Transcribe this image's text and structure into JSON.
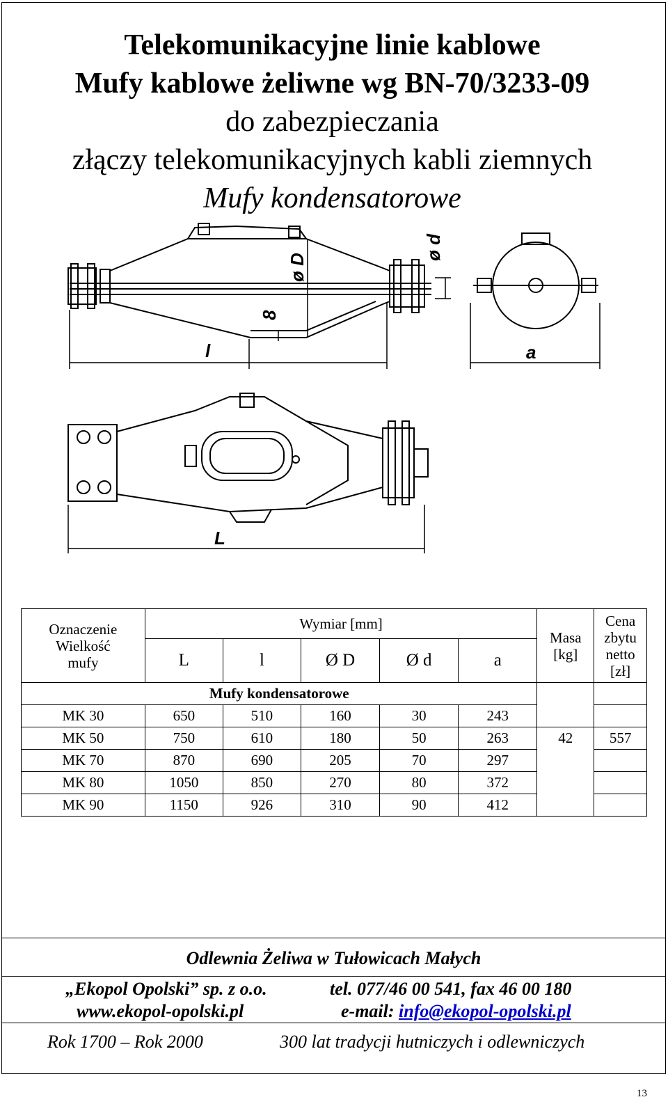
{
  "title": {
    "line1": "Telekomunikacyjne linie kablowe",
    "line2": "Mufy kablowe żeliwne wg BN-70/3233-09",
    "line3": "do zabezpieczania",
    "line4": "złączy telekomunikacyjnych kabli ziemnych",
    "line5": "Mufy kondensatorowe"
  },
  "drawing": {
    "label_D": "ø D",
    "label_d": "ø d",
    "label_8": "8",
    "label_l": "l",
    "label_a": "a",
    "label_L": "L"
  },
  "table": {
    "head_designation": [
      "Oznaczenie",
      "Wielkość",
      "mufy"
    ],
    "head_dimension": "Wymiar [mm]",
    "head_cols": [
      "L",
      "l",
      "Ø D",
      "Ø d",
      "a"
    ],
    "head_mass": [
      "Masa",
      "[kg]"
    ],
    "head_price": [
      "Cena",
      "zbytu",
      "netto",
      "[zł]"
    ],
    "section": "Mufy kondensatorowe",
    "rows": [
      {
        "name": "MK 30",
        "L": "650",
        "l": "510",
        "D": "160",
        "d": "30",
        "a": "243",
        "mass": "",
        "price": ""
      },
      {
        "name": "MK 50",
        "L": "750",
        "l": "610",
        "D": "180",
        "d": "50",
        "a": "263",
        "mass": "42",
        "price": "557"
      },
      {
        "name": "MK 70",
        "L": "870",
        "l": "690",
        "D": "205",
        "d": "70",
        "a": "297",
        "mass": "",
        "price": ""
      },
      {
        "name": "MK 80",
        "L": "1050",
        "l": "850",
        "D": "270",
        "d": "80",
        "a": "372",
        "mass": "",
        "price": ""
      },
      {
        "name": "MK 90",
        "L": "1150",
        "l": "926",
        "D": "310",
        "d": "90",
        "a": "412",
        "mass": "",
        "price": ""
      }
    ]
  },
  "footer": {
    "foundry": "Odlewnia Żeliwa w Tułowicach Małych",
    "company": "„Ekopol Opolski” sp. z o.o.",
    "phone": "tel. 077/46 00 541,  fax 46 00 180",
    "website": "www.ekopol-opolski.pl",
    "email_label": "e-mail: ",
    "email": "info@ekopol-opolski.pl",
    "years": "Rok 1700 – Rok 2000",
    "tradition": "300 lat tradycji hutniczych i odlewniczych"
  },
  "page_number": "13"
}
